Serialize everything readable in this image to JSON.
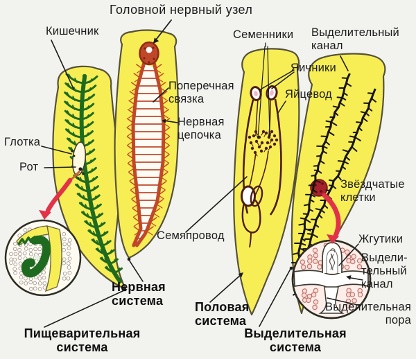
{
  "title": "Головной нервный узел",
  "labels": {
    "intestine": "Кишечник",
    "testes": "Семенники",
    "excretory_canal": "Выделительный\nканал",
    "ovaries": "Яичники",
    "oviduct": "Яйцевод",
    "transverse_commissure": "Поперечная\nсвязка",
    "nerve_chain": "Нервная\nцепочка",
    "pharynx": "Глотка",
    "mouth": "Рот",
    "star_cells": "Звёздчатые\nклетки",
    "vas_deferens": "Семяпровод",
    "flagella": "Жгутики",
    "excretory_canal_inset": "Выдели-\nтельный\nканал",
    "excretory_pore": "Выделительная\nпора"
  },
  "systems": {
    "digestive": "Пищеварительная\nсистема",
    "nervous": "Нервная\nсистема",
    "reproductive": "Половая\nсистема",
    "excretory": "Выделительная\nсистема"
  },
  "colors": {
    "body": "#f7ee55",
    "outline": "#56513b",
    "gut": "#1e6b20",
    "nerve": "#c0482a",
    "repro": "#4d1c10",
    "excret": "#171410",
    "arrow": "#e23248",
    "ink": "#1c1c1c"
  }
}
